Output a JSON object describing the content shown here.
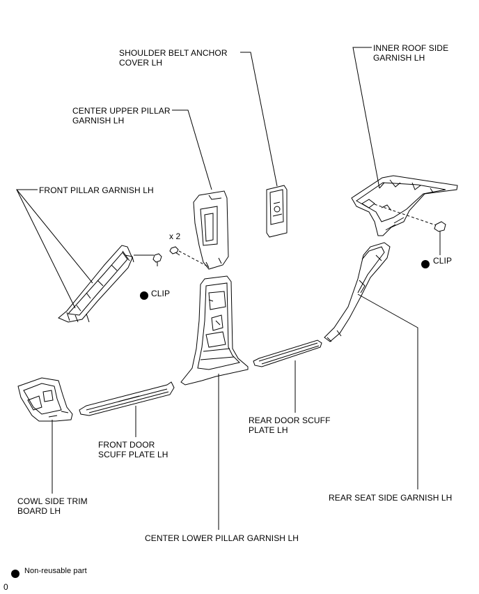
{
  "labels": {
    "inner_roof_side_garnish": [
      "INNER ROOF SIDE",
      "GARNISH LH"
    ],
    "shoulder_belt_anchor_cover": [
      "SHOULDER BELT ANCHOR",
      "COVER LH"
    ],
    "center_upper_pillar_garnish": [
      "CENTER UPPER PILLAR",
      "GARNISH LH"
    ],
    "front_pillar_garnish": "FRONT PILLAR GARNISH LH",
    "clip_left": "CLIP",
    "clip_right": "CLIP",
    "quantity": "x 2",
    "rear_door_scuff_plate": [
      "REAR DOOR SCUFF",
      "PLATE LH"
    ],
    "front_door_scuff_plate": [
      "FRONT DOOR",
      "SCUFF PLATE LH"
    ],
    "cowl_side_trim_board": [
      "COWL SIDE TRIM",
      "BOARD LH"
    ],
    "rear_seat_side_garnish": "REAR SEAT SIDE GARNISH LH",
    "center_lower_pillar_garnish": "CENTER LOWER PILLAR GARNISH LH"
  },
  "legend": {
    "symbol": "filled-circle",
    "text": "Non-reusable part"
  },
  "footer_code": "0"
}
